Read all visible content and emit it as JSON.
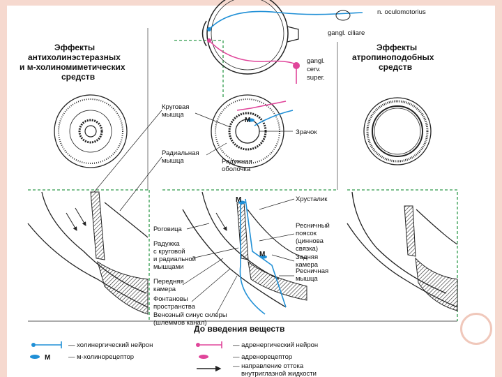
{
  "headings": {
    "left": [
      "Эффекты",
      "антихолинэстеразных",
      "и м-холиномиметических",
      "средств"
    ],
    "right": [
      "Эффекты",
      "атропиноподобных",
      "средств"
    ],
    "bottom": "До введения веществ"
  },
  "top_labels": {
    "oculomotorius": "n. oculomotorius",
    "ganglion_ciliare": "gangl. ciliare",
    "ganglion_cerv": [
      "gangl.",
      "cerv.",
      "super."
    ]
  },
  "iris_labels": {
    "circular_muscle": [
      "Круговая",
      "мышца"
    ],
    "radial_muscle": [
      "Радиальная",
      "мышца"
    ],
    "pupil": "Зрачок",
    "iris": [
      "Радужная",
      "оболочка"
    ],
    "m_mark": "M"
  },
  "section_labels": {
    "lens": "Хрусталик",
    "cornea": "Роговица",
    "iris_muscles": [
      "Радужка",
      "с круговой",
      "и радиальной",
      "мышцами"
    ],
    "anterior_chamber": [
      "Передняя",
      "камера"
    ],
    "fontana_spaces": [
      "Фонтановы",
      "пространства"
    ],
    "venous_sinus": [
      "Венозный синус склеры",
      "(шлеммов канал)"
    ],
    "ciliary_belt": [
      "Ресничный",
      "поясок",
      "(циннова",
      "связка)"
    ],
    "posterior_chamber": [
      "Задняя",
      "камера"
    ],
    "ciliary_muscle": [
      "Ресничная",
      "мышца"
    ],
    "m_mark_top": "M",
    "m_mark_mid": "M"
  },
  "legend": {
    "cholinergic_neuron": "— холинергический нейрон",
    "m_receptor_symbol": "M",
    "m_receptor": "— м-холинорецептор",
    "adrenergic_neuron": "— адренергический нейрон",
    "adrenoreceptor": "— адренорецептор",
    "outflow": [
      "— направление оттока",
      "внутриглазной жидкости"
    ]
  },
  "colors": {
    "cholinergic": "#1f8fd6",
    "adrenergic": "#e0459a",
    "dashed_green": "#2e9a4a",
    "frame": "#f6d9cf"
  }
}
